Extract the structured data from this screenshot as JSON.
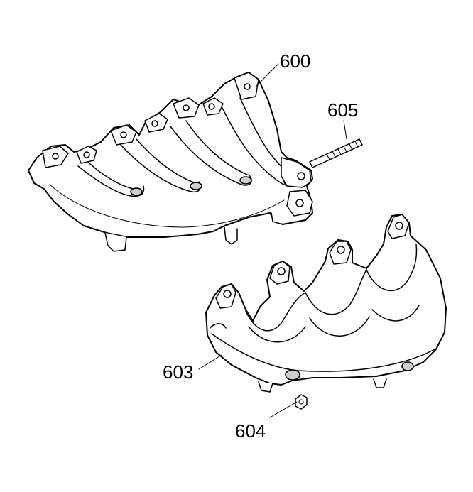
{
  "callouts": [
    {
      "id": "600",
      "label": "600"
    },
    {
      "id": "605",
      "label": "605"
    },
    {
      "id": "603",
      "label": "603"
    },
    {
      "id": "604",
      "label": "604"
    }
  ],
  "colors": {
    "line": "#000000",
    "background": "#ffffff",
    "shading": "#cfcfcf"
  }
}
